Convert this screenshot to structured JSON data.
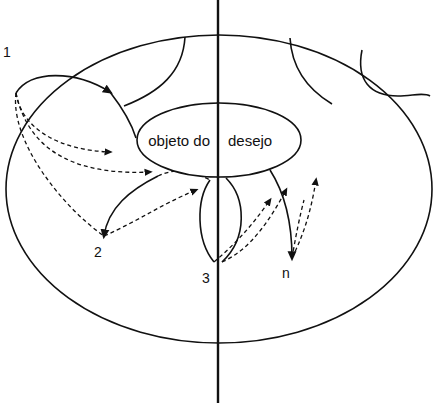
{
  "diagram": {
    "nodes": [
      {
        "text": [
          "objeto do",
          "desejo"
        ]
      }
    ],
    "labels": [
      "1",
      "2",
      "3",
      "n"
    ]
  }
}
